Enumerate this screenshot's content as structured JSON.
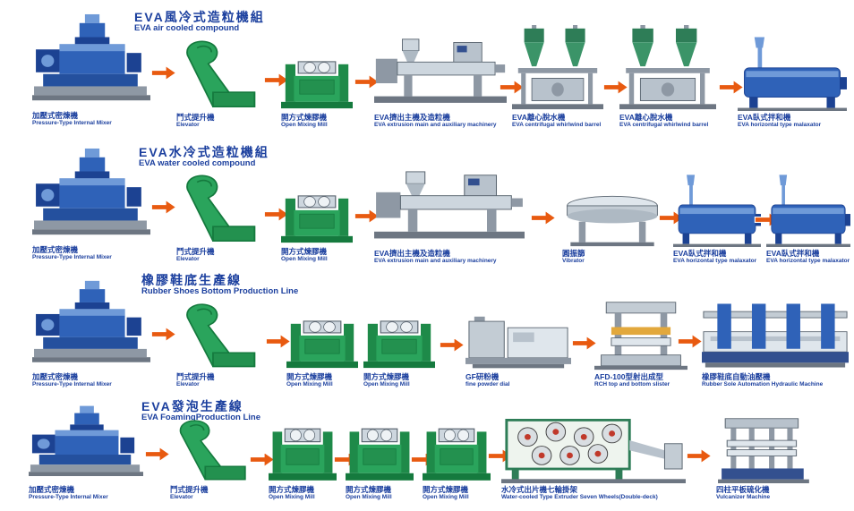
{
  "page": {
    "background": "#ffffff"
  },
  "colors": {
    "arrow": "#e85a10",
    "title": "#1b3f9e",
    "label": "#1b3f9e",
    "machine_blue": "#2f62b8",
    "machine_green": "#2aa45c",
    "machine_gray": "#c3ccd4"
  },
  "rows": [
    {
      "title_zh": "EVA風冷式造粒機組",
      "title_en": "EVA air cooled compound",
      "machines": [
        {
          "zh": "加壓式密煉機",
          "en": "Pressure-Type Internal Mixer"
        },
        {
          "zh": "鬥式提升機",
          "en": "Elevator"
        },
        {
          "zh": "開方式煉膠機",
          "en": "Open Mixing Mill"
        },
        {
          "zh": "EVA擠出主機及造粒機",
          "en": "EVA extrusion main and auxiliary machinery"
        },
        {
          "zh": "EVA離心脫水機",
          "en": "EVA centrifugal whirlwind barrel"
        },
        {
          "zh": "EVA離心脫水機",
          "en": "EVA centrifugal whirlwind barrel"
        },
        {
          "zh": "EVA臥式拌和機",
          "en": "EVA horizontal type malaxator"
        }
      ]
    },
    {
      "title_zh": "EVA水冷式造粒機組",
      "title_en": "EVA water cooled compound",
      "machines": [
        {
          "zh": "加壓式密煉機",
          "en": "Pressure-Type Internal Mixer"
        },
        {
          "zh": "鬥式提升機",
          "en": "Elevator"
        },
        {
          "zh": "開方式煉膠機",
          "en": "Open Mixing Mill"
        },
        {
          "zh": "EVA擠出主機及造粒機",
          "en": "EVA extrusion main and auxiliary machinery"
        },
        {
          "zh": "圓振篩",
          "en": "Vibrator"
        },
        {
          "zh": "EVA臥式拌和機",
          "en": "EVA horizontal type malaxator"
        },
        {
          "zh": "EVA臥式拌和機",
          "en": "EVA horizontal type malaxator"
        }
      ]
    },
    {
      "title_zh": "橡膠鞋底生產線",
      "title_en": "Rubber Shoes Bottom Production Line",
      "machines": [
        {
          "zh": "加壓式密煉機",
          "en": "Pressure-Type Internal Mixer"
        },
        {
          "zh": "鬥式提升機",
          "en": "Elevator"
        },
        {
          "zh": "開方式煉膠機",
          "en": "Open Mixing Mill"
        },
        {
          "zh": "開方式煉膠機",
          "en": "Open Mixing Mill"
        },
        {
          "zh": "GF研粉機",
          "en": "fine powder dial"
        },
        {
          "zh": "AFD-100型射出成型",
          "en": "RCH top and bottom slister"
        },
        {
          "zh": "橡膠鞋底自動油壓機",
          "en": "Rubber Sole Automation Hydraulic Machine"
        }
      ]
    },
    {
      "title_zh": "EVA發泡生產線",
      "title_en": "EVA FoamingProduction Line",
      "machines": [
        {
          "zh": "加壓式密煉機",
          "en": "Pressure-Type Internal Mixer"
        },
        {
          "zh": "鬥式提升機",
          "en": "Elevator"
        },
        {
          "zh": "開方式煉膠機",
          "en": "Open Mixing Mill"
        },
        {
          "zh": "開方式煉膠機",
          "en": "Open Mixing Mill"
        },
        {
          "zh": "開方式煉膠機",
          "en": "Open Mixing Mill"
        },
        {
          "zh": "水冷式出片機七輪掛架",
          "en": "Water-cooled Type Extruder Seven Wheels(Double-deck)"
        },
        {
          "zh": "四柱平板硫化機",
          "en": "Vulcanizer Machine"
        }
      ]
    }
  ]
}
